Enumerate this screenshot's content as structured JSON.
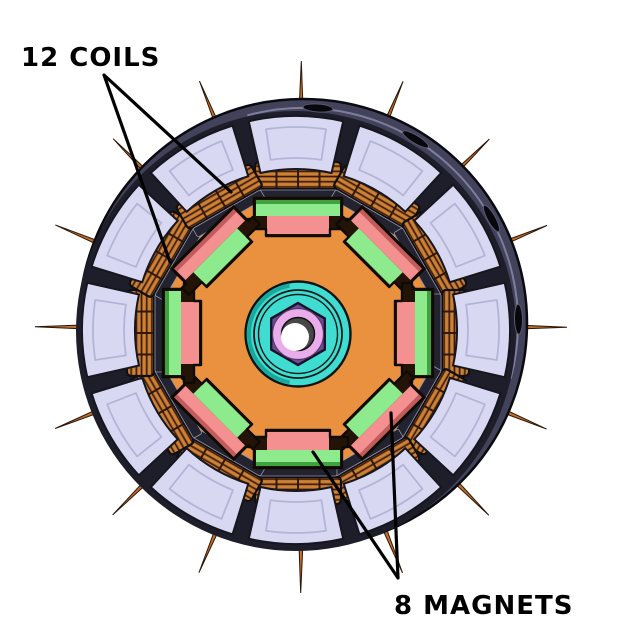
{
  "labels": {
    "coils": "12 COILS",
    "magnets": "8 MAGNETS"
  },
  "annotations": {
    "coils_leader": {
      "apex": [
        104,
        75
      ],
      "targets": [
        [
          170,
          262
        ],
        [
          231,
          192
        ]
      ]
    },
    "magnets_leader": {
      "apex": [
        398,
        578
      ],
      "targets": [
        [
          313,
          452
        ],
        [
          391,
          413
        ]
      ]
    }
  },
  "machine": {
    "type": "brushless motor cross-section",
    "coil_count": 12,
    "magnet_count": 8,
    "housing_segment_count": 12,
    "wire_spoke_count": 16,
    "rim_hole_angles_deg": [
      4,
      31.5,
      61,
      89
    ],
    "magnet_arrangement": {
      "cardinal_outer_color": "green",
      "cardinal_inner_color": "salmon",
      "diagonal_outer_color": "salmon",
      "diagonal_inner_color": "green"
    }
  },
  "palette": {
    "background": "#ffffff",
    "lavender": "#d8d8f2",
    "lavender_line": "#b4b4d6",
    "ring_edge": "#16161f",
    "can_light": "#42425a",
    "can_dark": "#1e1e2a",
    "can_highlight": "#7d7d9e",
    "rim_hole": "#07070c",
    "rim_hole_edge": "#595974",
    "spoke": "#c0702a",
    "spoke_edge": "#2b1608",
    "copper_bright": "#cd8136",
    "copper_mid": "#8a4d18",
    "copper_line": "#2e1808",
    "coil_edge": "#0f0f14",
    "steel_dark": "#23232f",
    "steel_highlight": "#9393b2",
    "rotor_orange": "#e9913f",
    "rotor_edge": "#140d08",
    "magnet_green": "#8deb8d",
    "magnet_green_dark": "#3fa23f",
    "magnet_salmon": "#f59090",
    "magnet_salmon_dark": "#c25b5b",
    "slot_dark": "#241408",
    "slot_edge": "#100a05",
    "hub_cyan": "#3fdcd2",
    "hub_cyan_edge": "#0e1416",
    "hub_teal_shade": "#18a99d",
    "nut_purple": "#6b4d96",
    "nut_edge": "#181024",
    "washer_pink": "#e9adec",
    "washer_edge": "#55396b",
    "shaft_gray": "#474747",
    "shaft_white": "#ffffff",
    "annotation_line": "#000000"
  }
}
